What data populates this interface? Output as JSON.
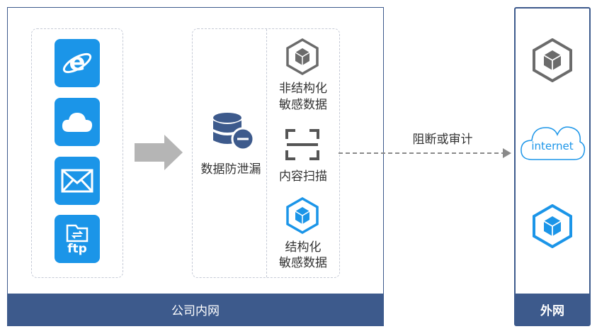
{
  "intranet": {
    "label": "公司内网"
  },
  "external": {
    "label": "外网"
  },
  "apps": [
    {
      "name": "ie-browser-icon"
    },
    {
      "name": "cloud-icon"
    },
    {
      "name": "mail-icon"
    },
    {
      "name": "ftp-icon",
      "text": "ftp"
    }
  ],
  "dlp": {
    "label": "数据防泄漏",
    "unstructured_label_1": "非结构化",
    "unstructured_label_2": "敏感数据",
    "scan_label": "内容扫描",
    "structured_label_1": "结构化",
    "structured_label_2": "敏感数据"
  },
  "flow": {
    "label": "阻断或审计"
  },
  "internet": {
    "label": "internet"
  },
  "colors": {
    "frame": "#3d5a8c",
    "app_blue": "#1b95e8",
    "cube_gray": "#6b6b6b",
    "cube_blue": "#1b95e8",
    "db_navy": "#3d5a8c"
  }
}
